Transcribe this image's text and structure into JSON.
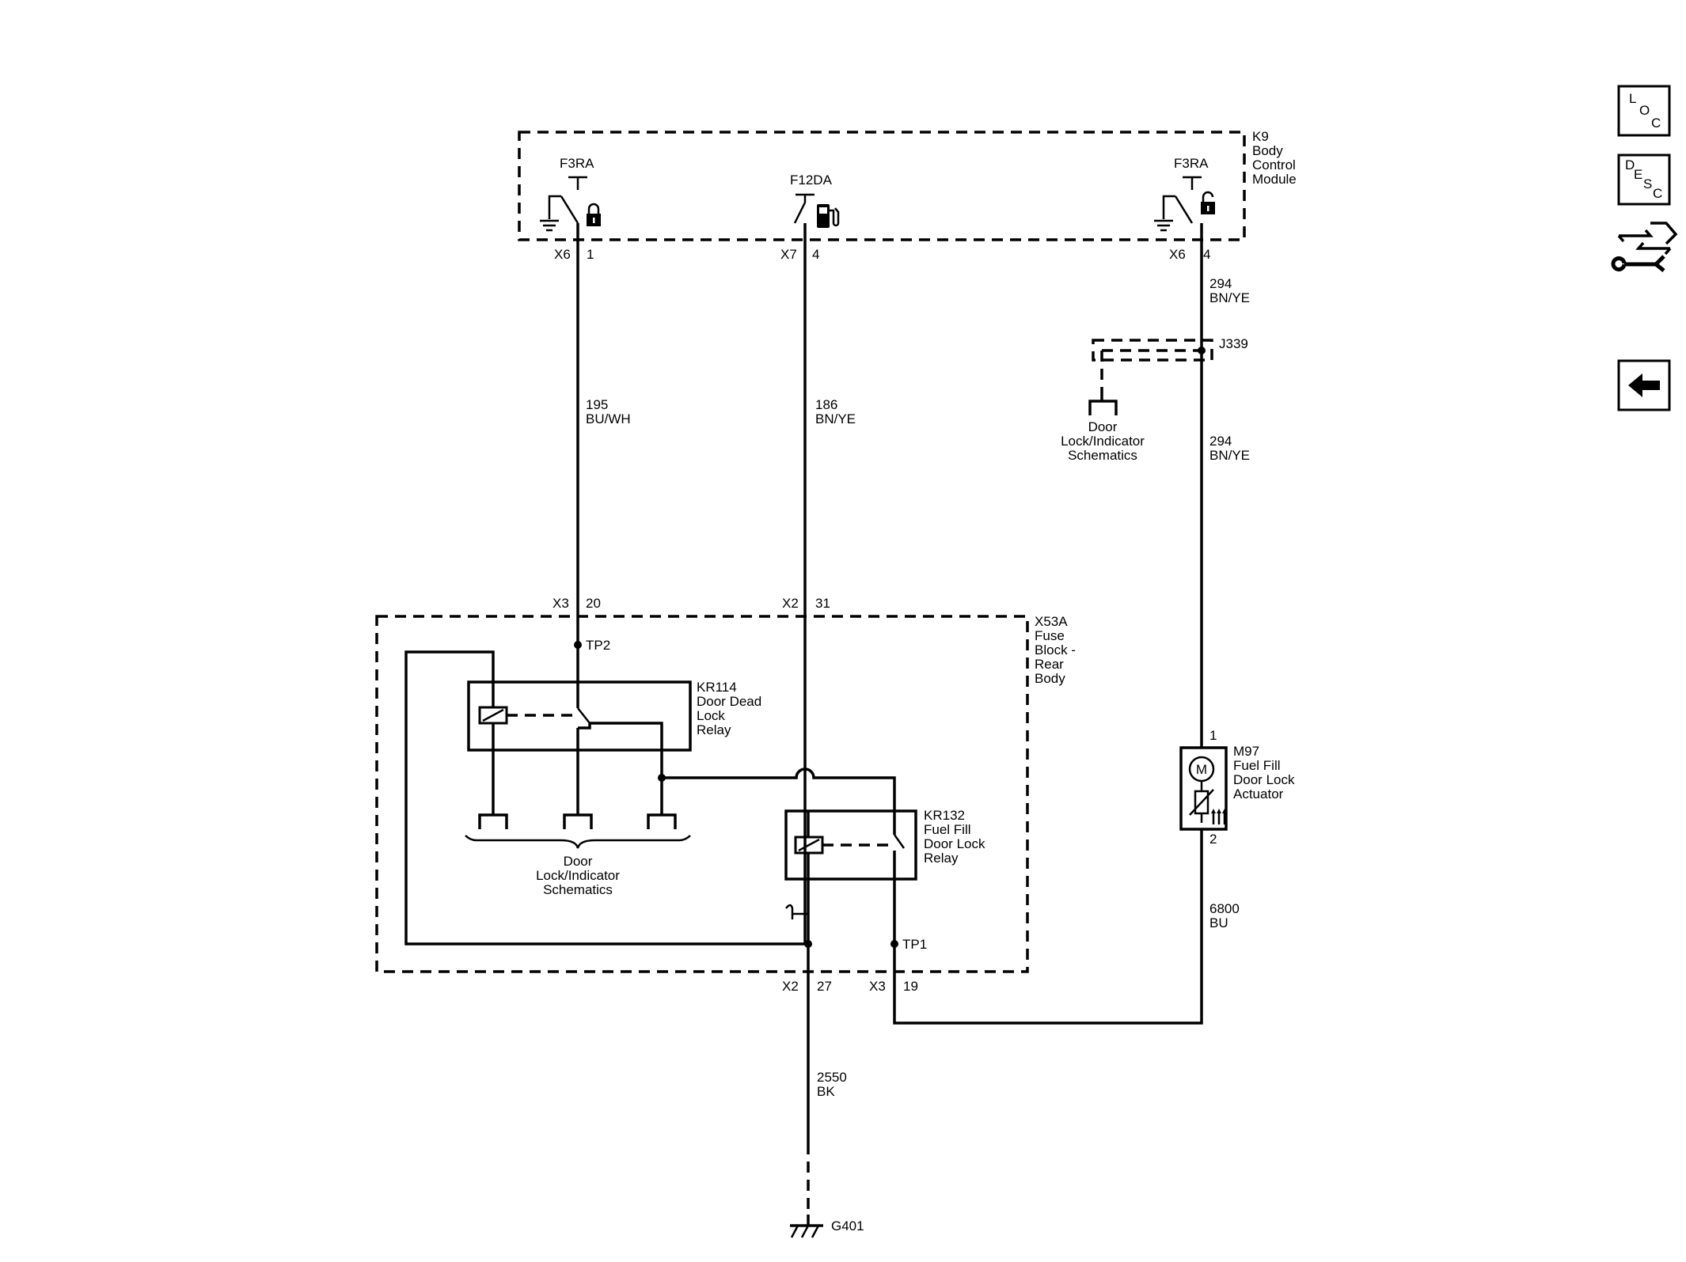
{
  "modules": {
    "k9": {
      "lines": [
        "K9",
        "Body",
        "Control",
        "Module"
      ]
    },
    "x53a": {
      "lines": [
        "X53A",
        "Fuse",
        "Block -",
        "Rear",
        "Body"
      ]
    }
  },
  "bcm_outputs": {
    "left": {
      "name": "F3RA",
      "connector": "X6",
      "pin": "1"
    },
    "center": {
      "name": "F12DA",
      "connector": "X7",
      "pin": "4"
    },
    "right": {
      "name": "F3RA",
      "connector": "X6",
      "pin": "4"
    }
  },
  "wires": {
    "w195": {
      "circuit": "195",
      "color": "BU/WH"
    },
    "w186": {
      "circuit": "186",
      "color": "BN/YE"
    },
    "w294a": {
      "circuit": "294",
      "color": "BN/YE"
    },
    "w294b": {
      "circuit": "294",
      "color": "BN/YE"
    },
    "w6800": {
      "circuit": "6800",
      "color": "BU"
    },
    "w2550": {
      "circuit": "2550",
      "color": "BK"
    }
  },
  "fuse_block_pins": {
    "in_left": {
      "connector": "X3",
      "pin": "20"
    },
    "in_center": {
      "connector": "X2",
      "pin": "31"
    },
    "out_ground": {
      "connector": "X2",
      "pin": "27"
    },
    "out_actuator": {
      "connector": "X3",
      "pin": "19"
    }
  },
  "test_points": {
    "tp1": "TP1",
    "tp2": "TP2"
  },
  "splice": {
    "name": "J339"
  },
  "relays": {
    "kr114": {
      "lines": [
        "KR114",
        "Door Dead",
        "Lock",
        "Relay"
      ]
    },
    "kr132": {
      "lines": [
        "KR132",
        "Fuel Fill",
        "Door Lock",
        "Relay"
      ]
    }
  },
  "actuator": {
    "lines": [
      "M97",
      "Fuel Fill",
      "Door Lock",
      "Actuator"
    ],
    "pin_top": "1",
    "pin_bottom": "2",
    "motor_symbol": "M"
  },
  "references": {
    "upper": [
      "Door",
      "Lock/Indicator",
      "Schematics"
    ],
    "lower": [
      "Door",
      "Lock/Indicator",
      "Schematics"
    ]
  },
  "ground": {
    "name": "G401"
  },
  "icons": {
    "lock": "lock-icon",
    "unlock": "unlock-icon",
    "fuel": "fuel-pump-icon",
    "ground": "ground-icon",
    "loc_button": {
      "letters": [
        "L",
        "O",
        "C"
      ]
    },
    "desc_button": {
      "letters": [
        "D",
        "E",
        "S",
        "C"
      ]
    },
    "connector_nav": "connector-wrench-icon",
    "back": "back-arrow-icon"
  }
}
